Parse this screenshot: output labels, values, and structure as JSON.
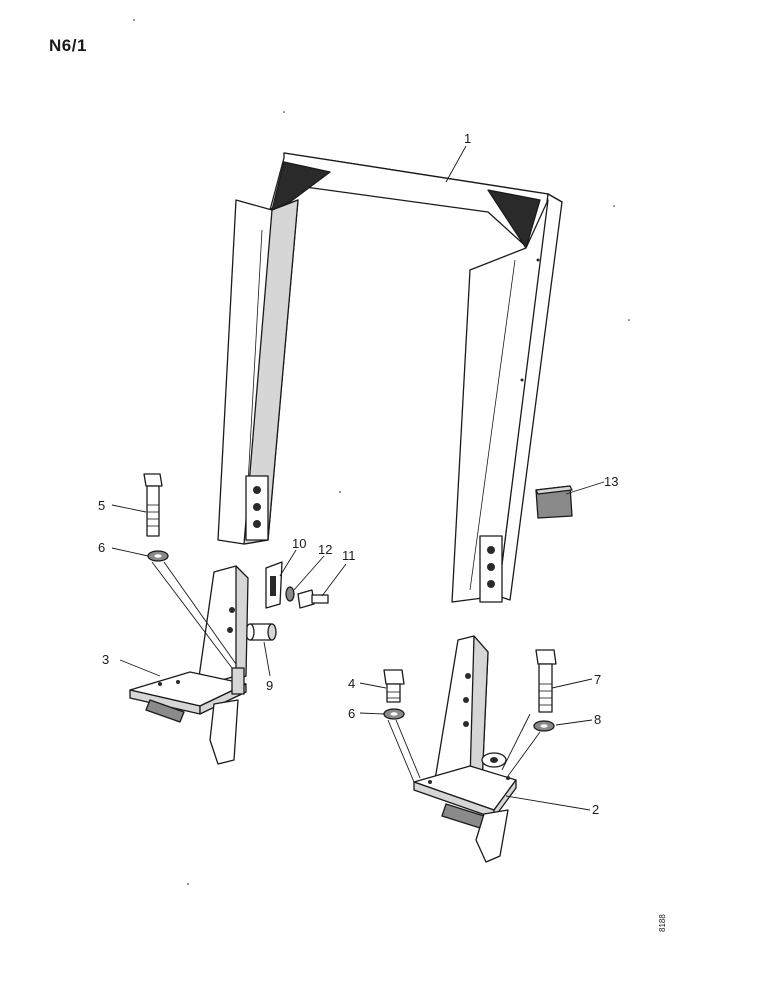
{
  "page": {
    "code": "N6/1",
    "ref_code": "8188"
  },
  "callouts": {
    "c1": "1",
    "c2": "2",
    "c3": "3",
    "c4": "4",
    "c5": "5",
    "c6a": "6",
    "c6b": "6",
    "c7": "7",
    "c8": "8",
    "c9": "9",
    "c10": "10",
    "c11": "11",
    "c12": "12",
    "c13": "13"
  }
}
